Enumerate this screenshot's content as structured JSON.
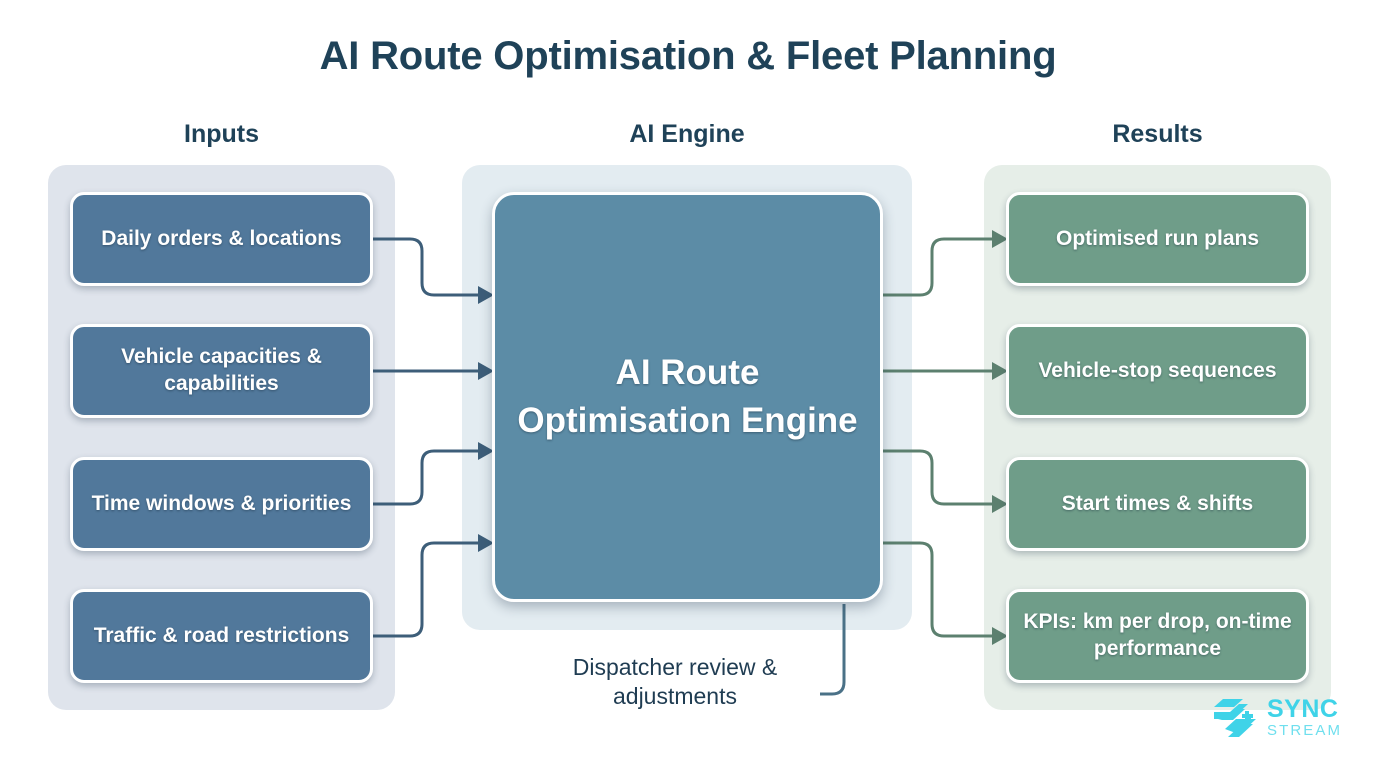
{
  "title": "AI Route Optimisation & Fleet Planning",
  "columns": {
    "inputs_heading": "Inputs",
    "engine_heading": "AI Engine",
    "results_heading": "Results"
  },
  "inputs": [
    {
      "label": "Daily orders & locations"
    },
    {
      "label": "Vehicle capacities & capabilities"
    },
    {
      "label": "Time windows & priorities"
    },
    {
      "label": "Traffic & road restrictions"
    }
  ],
  "engine": {
    "label": "AI Route Optimisation Engine"
  },
  "results": [
    {
      "label": "Optimised run plans"
    },
    {
      "label": "Vehicle-stop sequences"
    },
    {
      "label": "Start times & shifts"
    },
    {
      "label": "KPIs: km per drop, on-time performance"
    }
  ],
  "feedback": {
    "caption": "Dispatcher review & adjustments"
  },
  "brand": {
    "primary": "SYNC",
    "secondary": "STREAM"
  },
  "colors": {
    "title_text": "#1f4258",
    "input_box": "#51789b",
    "engine_box": "#5c8ca6",
    "result_box": "#6f9d89",
    "inputs_panel": "#dfe4ec",
    "engine_panel": "#e3ecf1",
    "results_panel": "#e6eee8",
    "input_wire": "#3d5e79",
    "result_wire": "#5c806f",
    "brand_accent": "#3fd3e8"
  }
}
